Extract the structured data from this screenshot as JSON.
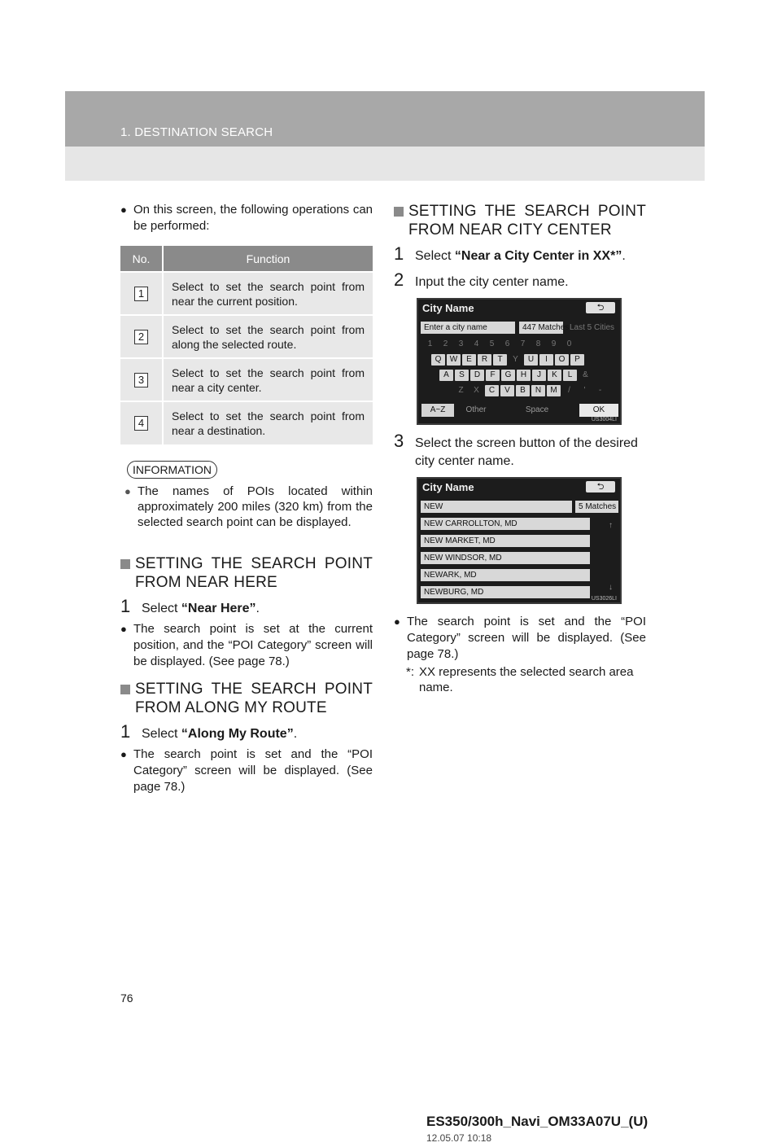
{
  "header": {
    "section": "1. DESTINATION SEARCH"
  },
  "left": {
    "intro": "On this screen, the following operations can be performed:",
    "table": {
      "headers": [
        "No.",
        "Function"
      ],
      "rows": [
        {
          "no": "1",
          "text": "Select to set the search point from near the current position."
        },
        {
          "no": "2",
          "text": "Select to set the search point from along the selected route."
        },
        {
          "no": "3",
          "text": "Select to set the search point from near a city center."
        },
        {
          "no": "4",
          "text": "Select to set the search point from near a destination."
        }
      ]
    },
    "info_label": "INFORMATION",
    "info_text": "The names of POIs located within approximately 200 miles (320 km) from the selected search point can be displayed.",
    "sec1": {
      "line1": "SETTING THE SEARCH POINT",
      "line2": "FROM NEAR HERE",
      "step_num": "1",
      "step_pre": "Select ",
      "step_bold": "“Near Here”",
      "step_post": ".",
      "bullet": "The search point is set at the current position, and the “POI Category” screen will be displayed. (See page 78.)"
    },
    "sec2": {
      "line1": "SETTING THE SEARCH POINT",
      "line2": "FROM ALONG MY ROUTE",
      "step_num": "1",
      "step_pre": "Select ",
      "step_bold": "“Along My Route”",
      "step_post": ".",
      "bullet": "The search point is set and the “POI Category” screen will be displayed. (See page 78.)"
    }
  },
  "right": {
    "sec3": {
      "line1": "SETTING THE SEARCH POINT",
      "line2": "FROM NEAR CITY CENTER"
    },
    "step1": {
      "num": "1",
      "pre": "Select ",
      "bold": "“Near a City Center in XX*”",
      "post": "."
    },
    "step2": {
      "num": "2",
      "text": "Input the city center name."
    },
    "screen1": {
      "title": "City Name",
      "back": "⮌",
      "input_placeholder": "Enter a city name",
      "matches": "447 Matches",
      "last5": "Last 5 Cities",
      "num_keys": [
        "1",
        "2",
        "3",
        "4",
        "5",
        "6",
        "7",
        "8",
        "9",
        "0"
      ],
      "row1": [
        "Q",
        "W",
        "E",
        "R",
        "T",
        "Y",
        "U",
        "I",
        "O",
        "P"
      ],
      "row2": [
        "A",
        "S",
        "D",
        "F",
        "G",
        "H",
        "J",
        "K",
        "L",
        "&"
      ],
      "row3": [
        "Z",
        "X",
        "C",
        "V",
        "B",
        "N",
        "M",
        "/",
        "'",
        "-"
      ],
      "bottom": [
        "A~Z",
        "Other",
        "Space",
        "OK"
      ],
      "code": "US3004LI"
    },
    "step3": {
      "num": "3",
      "text": "Select the screen button of the desired city center name."
    },
    "screen2": {
      "title": "City Name",
      "back": "⮌",
      "input": "NEW",
      "matches": "5 Matches",
      "items": [
        "NEW CARROLLTON, MD",
        "NEW MARKET, MD",
        "NEW WINDSOR, MD",
        "NEWARK, MD",
        "NEWBURG, MD"
      ],
      "code": "US3026LI"
    },
    "bullet": "The search point is set and the “POI Category” screen will be displayed. (See page 78.)",
    "note_marker": "*:",
    "note": "XX represents the selected search area name."
  },
  "footer": {
    "page": "76",
    "doc": "ES350/300h_Navi_OM33A07U_(U)",
    "date": "12.05.07   10:18"
  }
}
